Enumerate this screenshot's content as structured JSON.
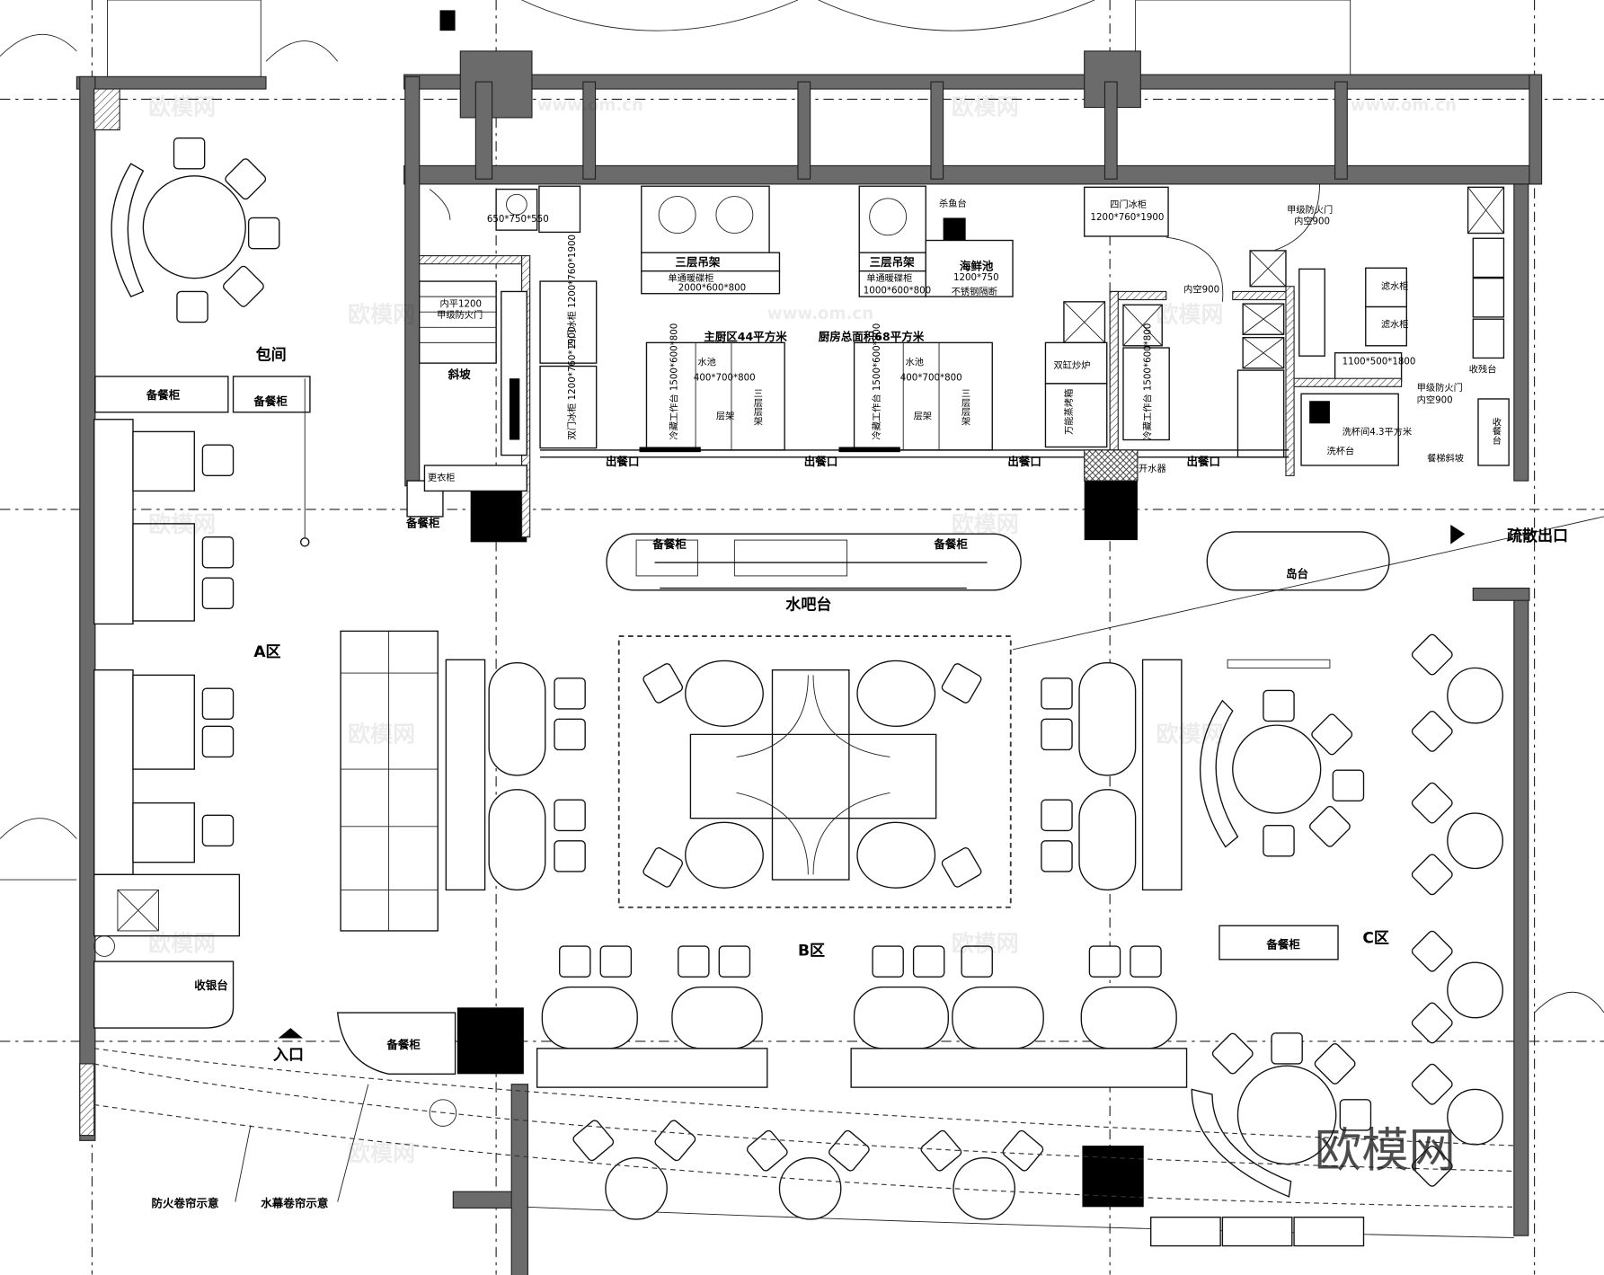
{
  "zones": {
    "private_room": "包间",
    "a": "A区",
    "b": "B区",
    "c": "C区"
  },
  "areas": {
    "water_bar": "水吧台",
    "evac_exit": "疏散出口",
    "entrance": "入口",
    "cashier": "收银台",
    "island": "岛台"
  },
  "kitchen": {
    "main_area": "主厨区44平方米",
    "total_area": "厨房总面积68平方米",
    "pass_window": "出餐口",
    "ramp": "斜坡",
    "fire_door_left": "内平1200",
    "fire_door_left2": "甲级防火门",
    "locker": "更衣柜",
    "rack_1": "三层吊架",
    "warmer_1": "单通暖碟柜",
    "warmer_1_size": "2000*600*800",
    "rack_2": "三层吊架",
    "warmer_2": "单通暖碟柜",
    "warmer_2_size": "1000*600*800",
    "fish_table": "杀鱼台",
    "seafood_pool": "海鲜池",
    "seafood_pool_size": "1200*750",
    "partition": "不锈钢隔断",
    "stove_size": "650*750*550",
    "fridge_4door": "四门冰柜",
    "fridge_4door_size": "1200*760*1900",
    "fire_door_a": "甲级防火门",
    "fire_door_a_size": "内空900",
    "inner_900": "内空900",
    "double_wok": "双缸炒炉",
    "steam_oven": "万能蒸烤箱",
    "filter_cab_1": "滤水柜",
    "filter_cab_2": "滤水柜",
    "dish_return": "收残台",
    "fire_door_b": "甲级防火门",
    "fire_door_b_size": "内空900",
    "cup_room": "洗杯间4.3平方米",
    "cup_wash": "洗杯台",
    "collect_table": "收餐台",
    "dumbwaiter_ramp": "餐梯斜坡",
    "water_heater": "开水器",
    "fridge_2door_a": "四门冰柜 1200*760*1900",
    "fridge_2door_b": "双门冰柜 1200*760*1900",
    "shelf": "层架",
    "sink": "水池",
    "sink_size": "400*700*800",
    "work_fridge": "冷藏工作台 1500*600*800",
    "rack_3": "三层层架",
    "cold_bench": "冷藏工作台 1500*600*800",
    "drawer_size": "1100*500*1800"
  },
  "cabinets": {
    "pantry": "备餐柜"
  },
  "annotations": {
    "fire_shutter": "防火卷帘示意",
    "water_curtain": "水幕卷帘示意"
  },
  "watermark": {
    "logo": "欧模网",
    "url": "www.om.cn"
  }
}
